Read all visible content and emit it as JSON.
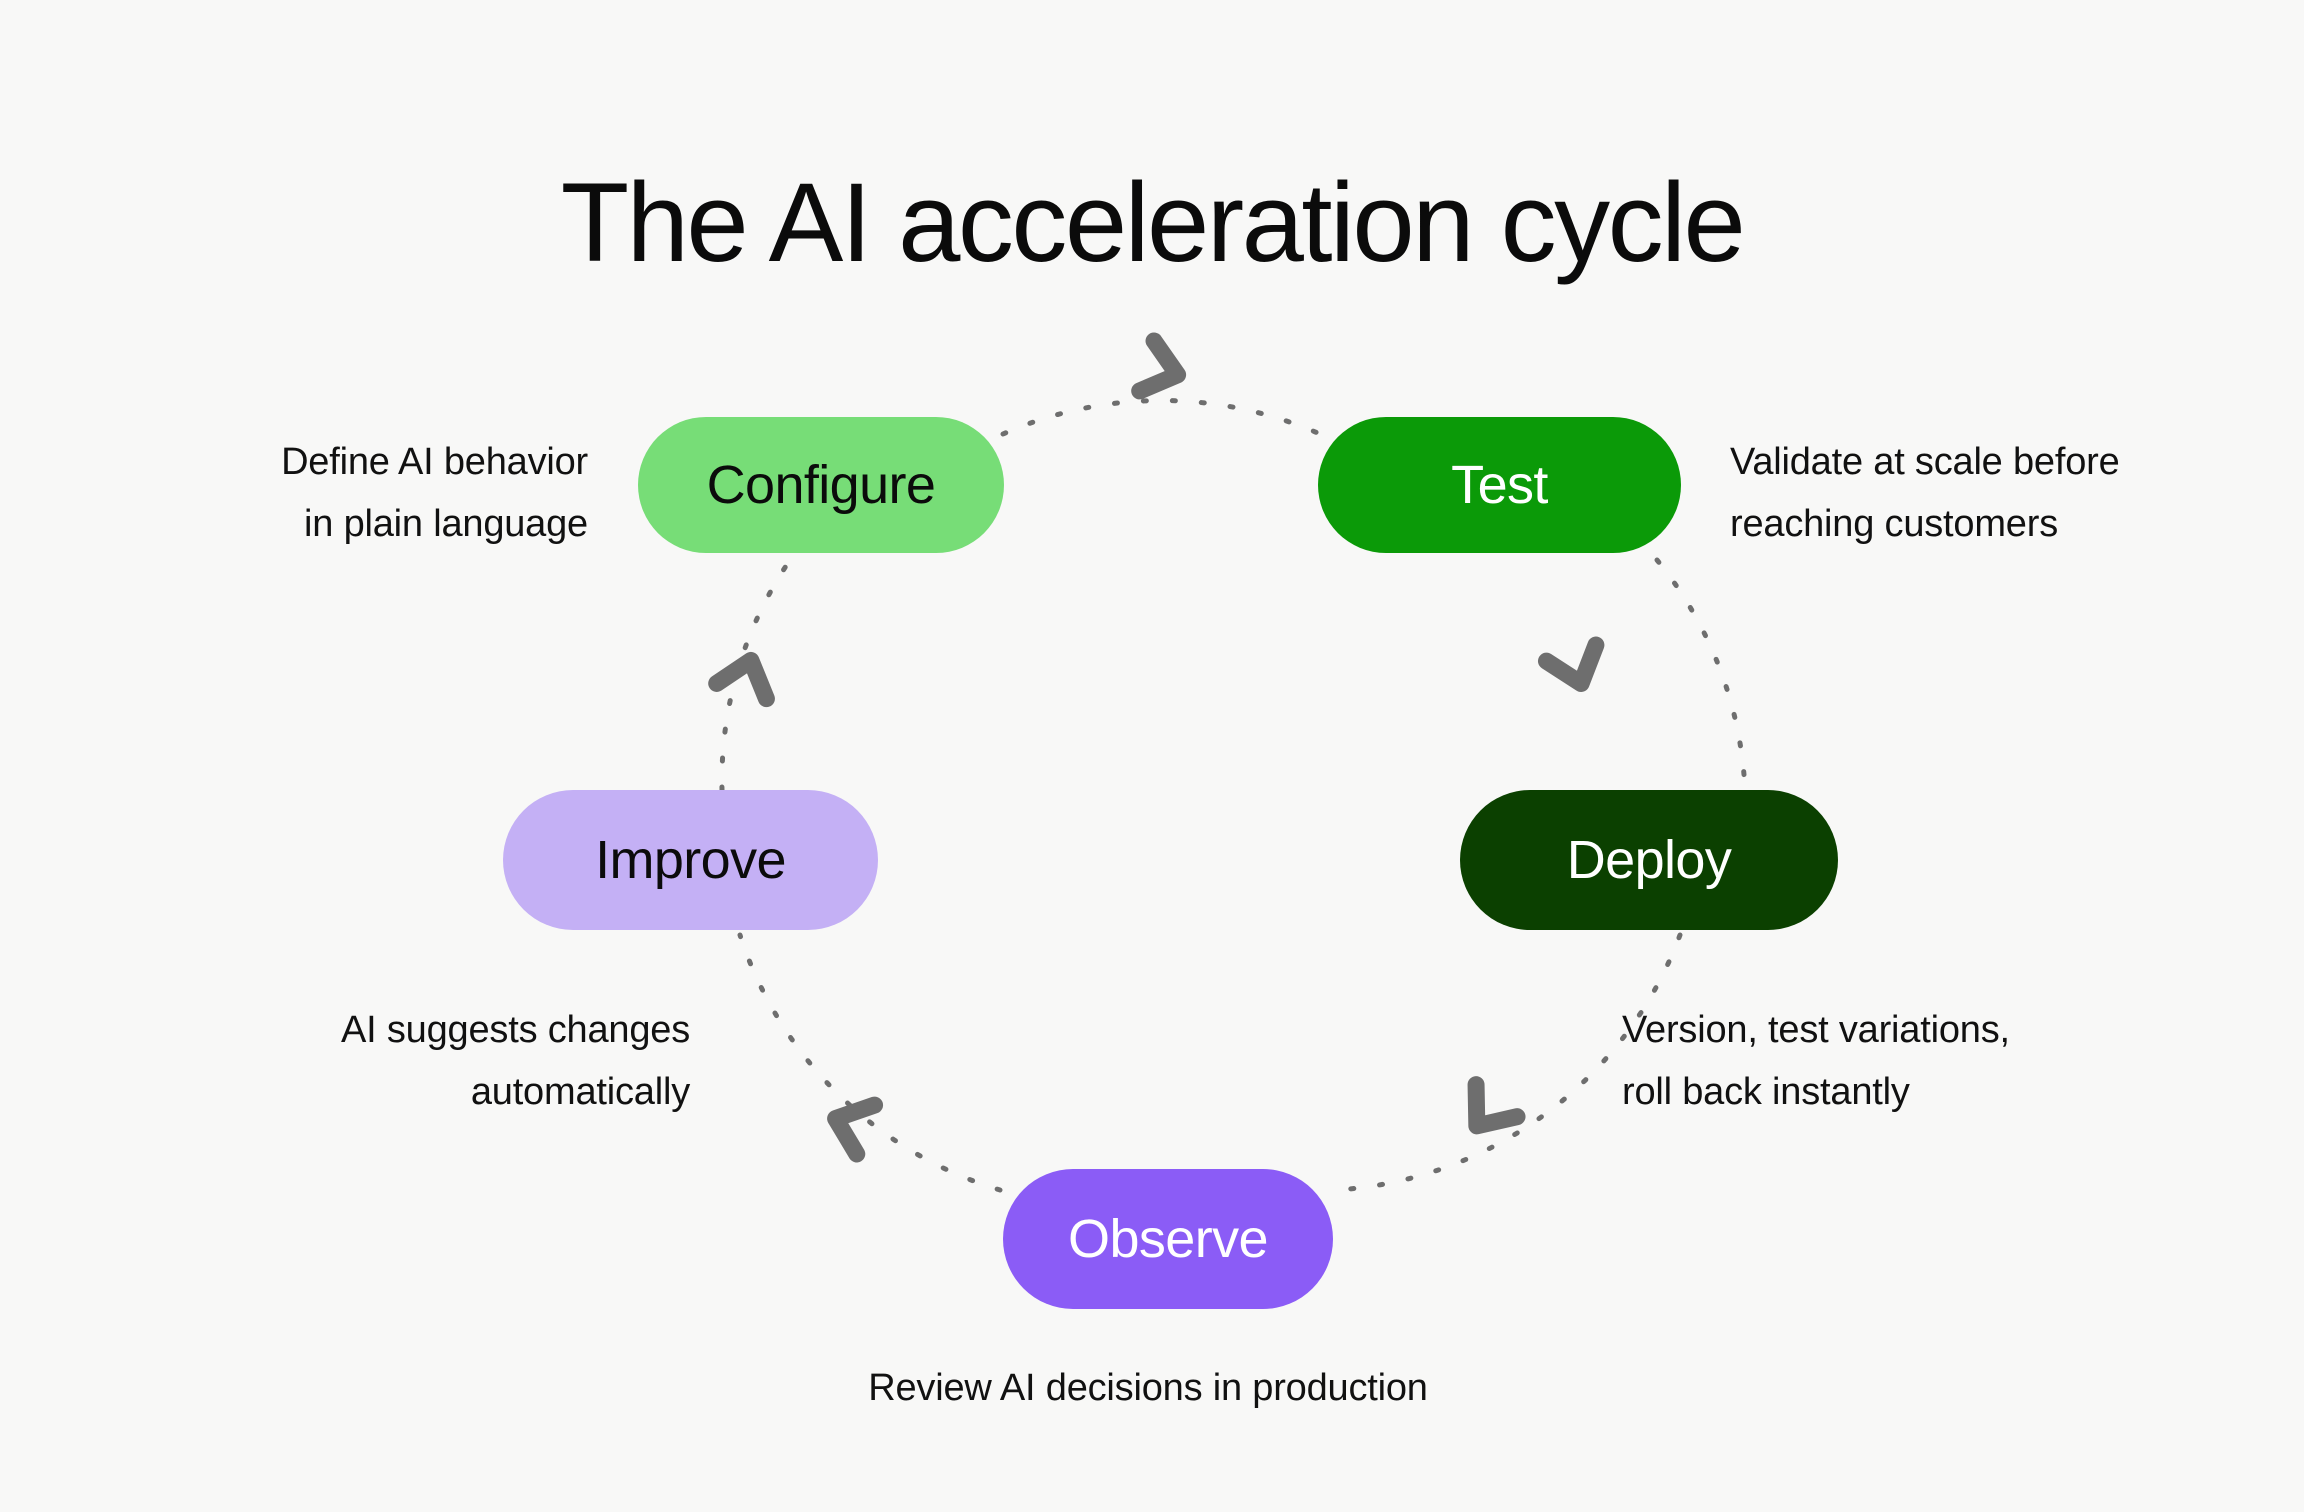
{
  "page": {
    "title": "The AI acceleration cycle",
    "background_color": "#F8F8F7",
    "text_color": "#111111"
  },
  "diagram": {
    "type": "cycle",
    "direction": "clockwise",
    "connector_style": "dashed-arc-with-chevron-arrowheads",
    "connector_color": "#6E6E6E",
    "nodes": [
      {
        "id": "configure",
        "label": "Configure",
        "fill": "#77DD77",
        "text_color": "#0B0B0B",
        "caption_lines": [
          "Define AI behavior",
          "in plain language"
        ],
        "caption_align": "right"
      },
      {
        "id": "test",
        "label": "Test",
        "fill": "#0B9A08",
        "text_color": "#FFFFFF",
        "caption_lines": [
          "Validate at scale before",
          "reaching customers"
        ],
        "caption_align": "left"
      },
      {
        "id": "deploy",
        "label": "Deploy",
        "fill": "#0B4000",
        "text_color": "#FFFFFF",
        "caption_lines": [
          "Version, test variations,",
          "roll back instantly"
        ],
        "caption_align": "left"
      },
      {
        "id": "observe",
        "label": "Observe",
        "fill": "#8B5CF6",
        "text_color": "#FFFFFF",
        "caption_lines": [
          "Review AI decisions in production"
        ],
        "caption_align": "center"
      },
      {
        "id": "improve",
        "label": "Improve",
        "fill": "#C4B0F5",
        "text_color": "#0B0B0B",
        "caption_lines": [
          "AI suggests changes",
          "automatically"
        ],
        "caption_align": "right"
      }
    ],
    "edges": [
      {
        "from": "configure",
        "to": "test"
      },
      {
        "from": "test",
        "to": "deploy"
      },
      {
        "from": "deploy",
        "to": "observe"
      },
      {
        "from": "observe",
        "to": "improve"
      },
      {
        "from": "improve",
        "to": "configure"
      }
    ]
  }
}
